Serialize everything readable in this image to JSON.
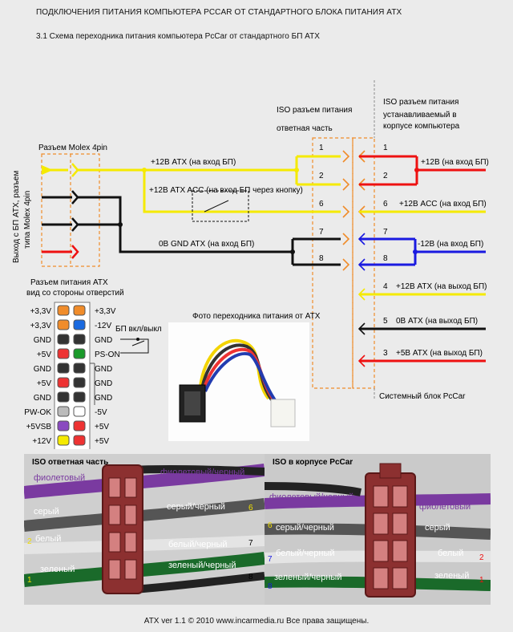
{
  "header": {
    "title": "ПОДКЛЮЧЕНИЯ ПИТАНИЯ КОМПЬЮТЕРА PCCAR ОТ СТАНДАРТНОГО БЛОКА ПИТАНИЯ ATX",
    "subtitle": "3.1 Схема переходника питания компьютера PcCar от стандартного БП ATX"
  },
  "diagram": {
    "side_label_1": "Выход с БП ATX, разъем",
    "side_label_2": "типа Molex 4pin",
    "molex_label": "Разъем Molex 4pin",
    "iso_mate_1": "ISO разъем питания",
    "iso_mate_2": "ответная часть",
    "iso_case_1": "ISO разъем питания",
    "iso_case_2": "устанавливаемый в",
    "iso_case_3": "корпусе компьютера",
    "wire_12v_atx": "+12В ATX (на вход БП)",
    "wire_12v_acc": "+12В ATX ACC (на вход БП через кнопку)",
    "wire_gnd": "0В GND ATX (на вход БП)",
    "pin_1": "1",
    "pin_2": "2",
    "pin_6": "6",
    "pin_7": "7",
    "pin_8": "8",
    "pin_4": "4",
    "pin_5": "5",
    "pin_3": "3",
    "out_12v": "+12В (на вход БП)",
    "out_12v_acc": "+12В ACC (на вход БП)",
    "out_neg12v": "-12В (на вход БП)",
    "out_12v_atx": "+12В ATX (на выход БП)",
    "out_0v_atx": "0В ATX (на выход БП)",
    "out_5v_atx": "+5В ATX (на выход БП)",
    "system_block": "Системный блок PcCar",
    "atx_title_1": "Разъем питания ATX",
    "atx_title_2": "вид со стороны отверстий",
    "switch_label": "БП вкл/выкл",
    "photo_label": "Фото переходника питания от ATX",
    "atx_left": [
      "+3,3V",
      "+3,3V",
      "GND",
      "+5V",
      "GND",
      "+5V",
      "GND",
      "PW-OK",
      "+5VSB",
      "+12V"
    ],
    "atx_right": [
      "+3,3V",
      "-12V",
      "GND",
      "PS-ON",
      "GND",
      "GND",
      "GND",
      "-5V",
      "+5V",
      "+5V"
    ]
  },
  "photos": {
    "left_title": "ISO ответная часть",
    "right_title": "ISO в корпусе PcCar",
    "violet": "фиолетовый",
    "violet_black": "фиолетовый/черный",
    "grey": "серый",
    "grey_black": "серый/черный",
    "white": "белый",
    "white_black": "белый/черный",
    "green": "зеленый",
    "green_black": "зеленый/черный",
    "n1": "1",
    "n2": "2",
    "n6": "6",
    "n7": "7",
    "n8": "8"
  },
  "footer": "ATX ver 1.1 © 2010 www.incarmedia.ru Все права защищены."
}
